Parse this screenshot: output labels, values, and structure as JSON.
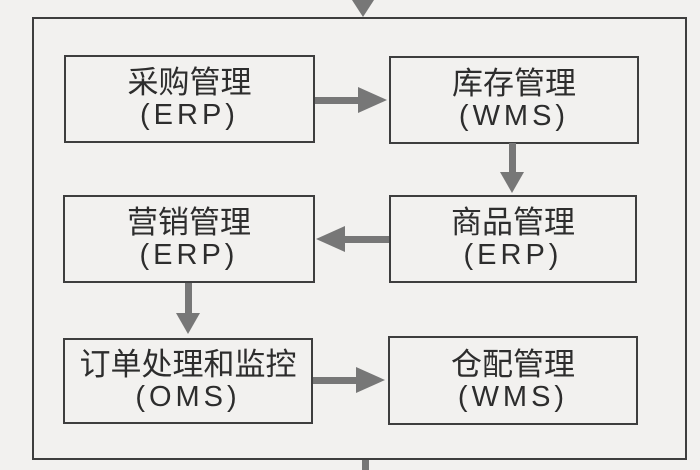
{
  "diagram": {
    "colors": {
      "background": "#f2f1ef",
      "outer_border": "#3e3e3e",
      "box_border": "#3e3e3e",
      "arrow": "#777777",
      "text": "#2d2d2d"
    },
    "nodes": [
      {
        "id": "purchase",
        "title": "采购管理",
        "system": "(ERP)"
      },
      {
        "id": "inventory",
        "title": "库存管理",
        "system": "(WMS)"
      },
      {
        "id": "marketing",
        "title": "营销管理",
        "system": "(ERP)"
      },
      {
        "id": "product",
        "title": "商品管理",
        "system": "(ERP)"
      },
      {
        "id": "order",
        "title": "订单处理和监控",
        "system": "(OMS)"
      },
      {
        "id": "fulfillment",
        "title": "仓配管理",
        "system": "(WMS)"
      }
    ],
    "connections": [
      {
        "from": "external-top",
        "to": "system-boundary",
        "direction": "down"
      },
      {
        "from": "purchase",
        "to": "inventory",
        "direction": "right"
      },
      {
        "from": "inventory",
        "to": "product",
        "direction": "down"
      },
      {
        "from": "product",
        "to": "marketing",
        "direction": "left"
      },
      {
        "from": "marketing",
        "to": "order",
        "direction": "down"
      },
      {
        "from": "order",
        "to": "fulfillment",
        "direction": "right"
      },
      {
        "from": "system-boundary",
        "to": "external-bottom",
        "direction": "down"
      }
    ]
  }
}
